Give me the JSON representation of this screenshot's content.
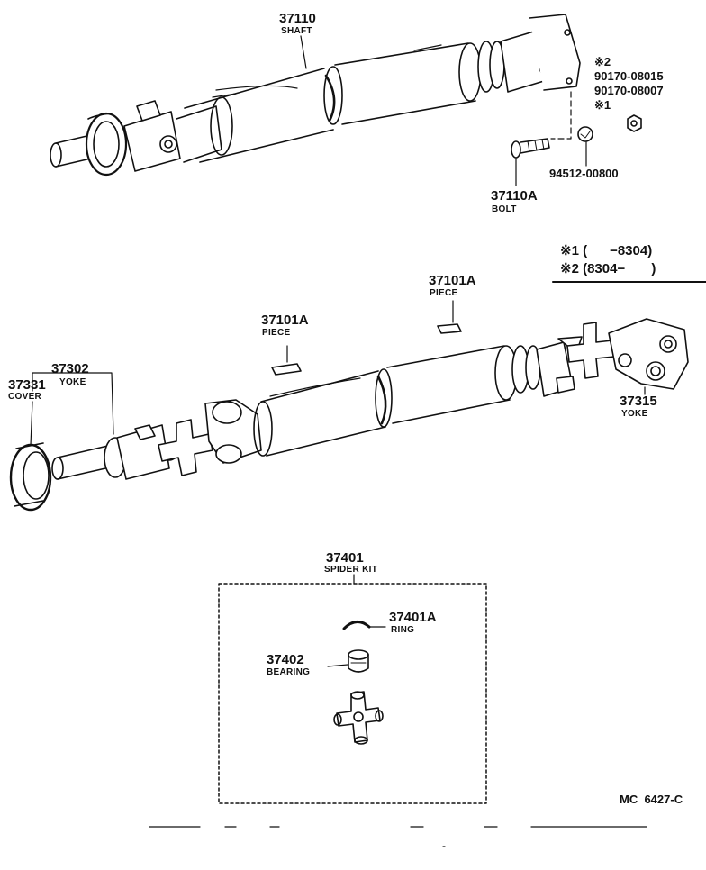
{
  "parts": {
    "shaft": {
      "number": "37110",
      "name": "SHAFT"
    },
    "bolt": {
      "number": "37110A",
      "name": "BOLT"
    },
    "bolt_washer": {
      "number": "94512-00800"
    },
    "nut_ref": {
      "mark2": "※2",
      "code1": "90170-08015",
      "code2": "90170-08007",
      "mark1": "※1"
    },
    "piece_left": {
      "number": "37101A",
      "name": "PIECE"
    },
    "piece_right": {
      "number": "37101A",
      "name": "PIECE"
    },
    "yoke_front": {
      "number": "37302",
      "name": "YOKE"
    },
    "cover": {
      "number": "37331",
      "name": "COVER"
    },
    "yoke_rear": {
      "number": "37315",
      "name": "YOKE"
    },
    "spider_kit": {
      "number": "37401",
      "name": "SPIDER KIT"
    },
    "ring": {
      "number": "37401A",
      "name": "RING"
    },
    "bearing": {
      "number": "37402",
      "name": "BEARING"
    }
  },
  "legend": {
    "row1": "※1 (      −8304)",
    "row2": "※2 (8304−       )"
  },
  "diagram_code": "MC  6427-C"
}
